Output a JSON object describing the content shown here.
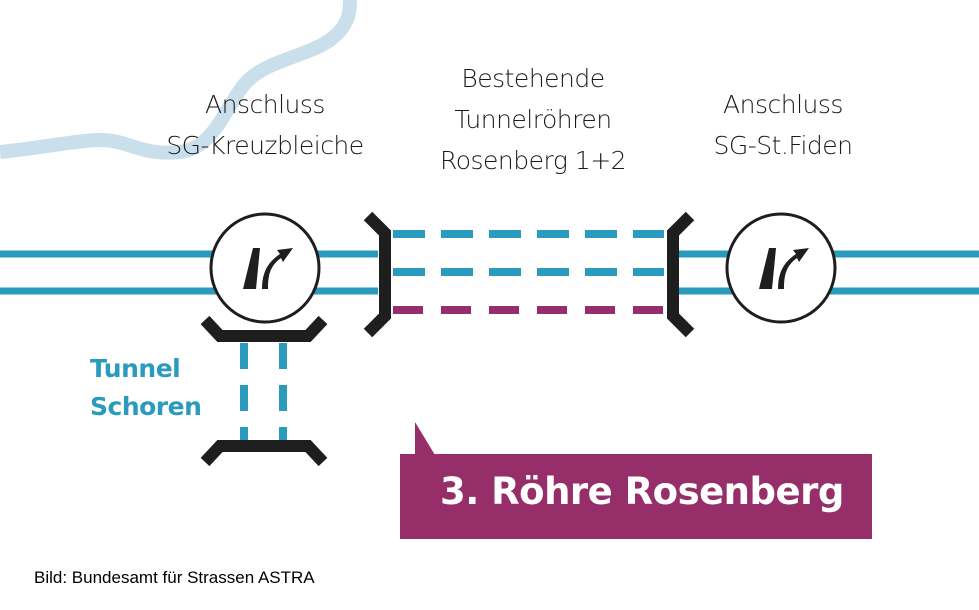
{
  "labels": {
    "kreuzbleiche": [
      "Anschluss",
      "SG-Kreuzbleiche"
    ],
    "bestehende": [
      "Bestehende",
      "Tunnelröhren",
      "Rosenberg 1+2"
    ],
    "stfiden": [
      "Anschluss",
      "SG-St.Fiden"
    ],
    "schoren": [
      "Tunnel",
      "Schoren"
    ]
  },
  "callout": {
    "text": "3. Röhre Rosenberg"
  },
  "credit": "Bild: Bundesamt für Strassen ASTRA",
  "icons": {
    "junction": "highway-exit-icon",
    "portal": "tunnel-portal-icon"
  },
  "colors": {
    "road": "#2a9bbd",
    "river": "#c9dfec",
    "new_tube": "#962f69",
    "portal": "#1e1e1e"
  }
}
